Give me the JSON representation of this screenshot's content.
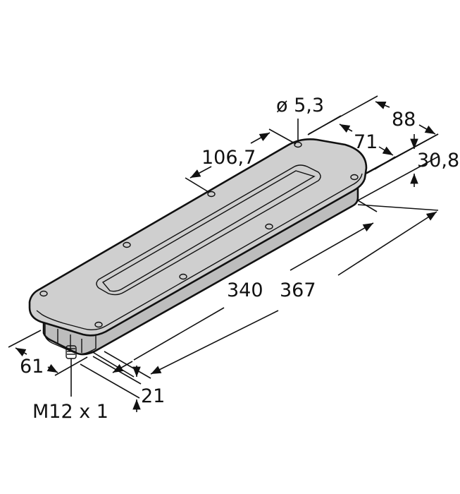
{
  "drawing": {
    "title": "Dimensional drawing",
    "colors": {
      "housing_top": "#cfcfcf",
      "housing_side": "#bdbdbd",
      "window": "#e4e4e4",
      "line": "#111111",
      "background": "#ffffff"
    },
    "dimensions": {
      "hole_diameter": "ø 5,3",
      "width_overall": "88",
      "width_hole_spacing": "71",
      "height_housing": "30,8",
      "hole_pitch": "106,7",
      "length_hole_spacing": "340",
      "length_overall": "367",
      "connector_offset": "61",
      "connector_height": "21",
      "connector_thread": "M12 x 1"
    }
  }
}
